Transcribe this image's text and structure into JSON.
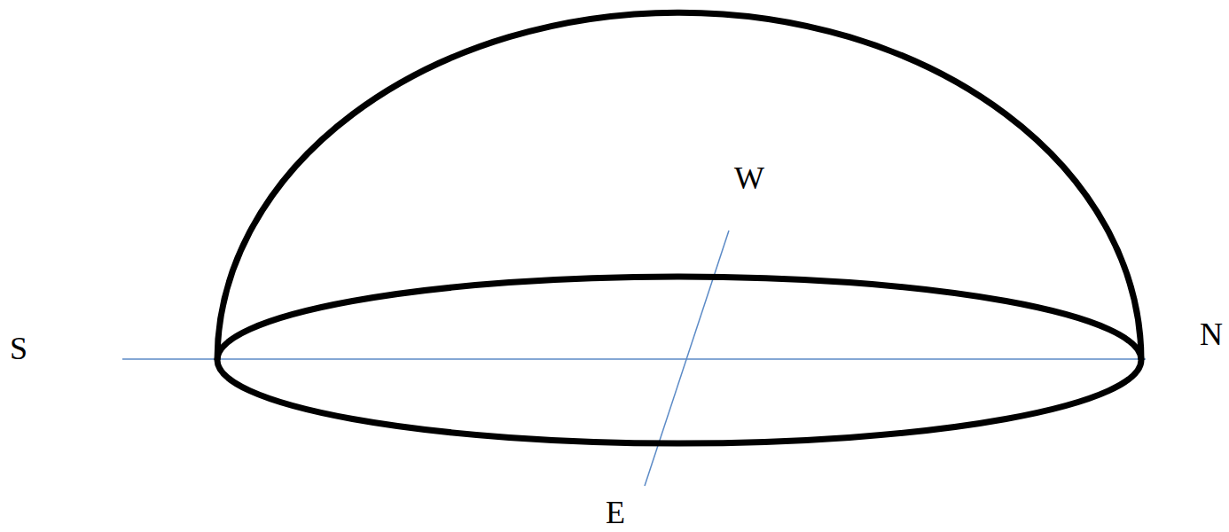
{
  "diagram": {
    "labels": [
      "W",
      "S",
      "N",
      "E"
    ]
  }
}
